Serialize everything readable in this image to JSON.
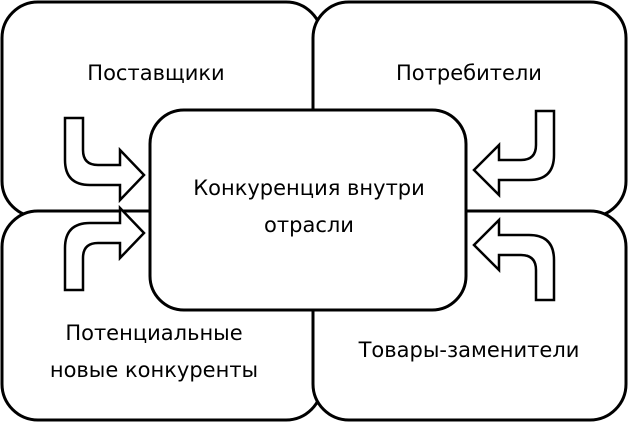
{
  "diagram": {
    "suppliers": "Поставщики",
    "consumers": "Потребители",
    "center_line1": "Конкуренция внутри",
    "center_line2": "отрасли",
    "new_competitors_line1": "Потенциальные",
    "new_competitors_line2": "новые конкуренты",
    "substitutes": "Товары-заменители"
  }
}
